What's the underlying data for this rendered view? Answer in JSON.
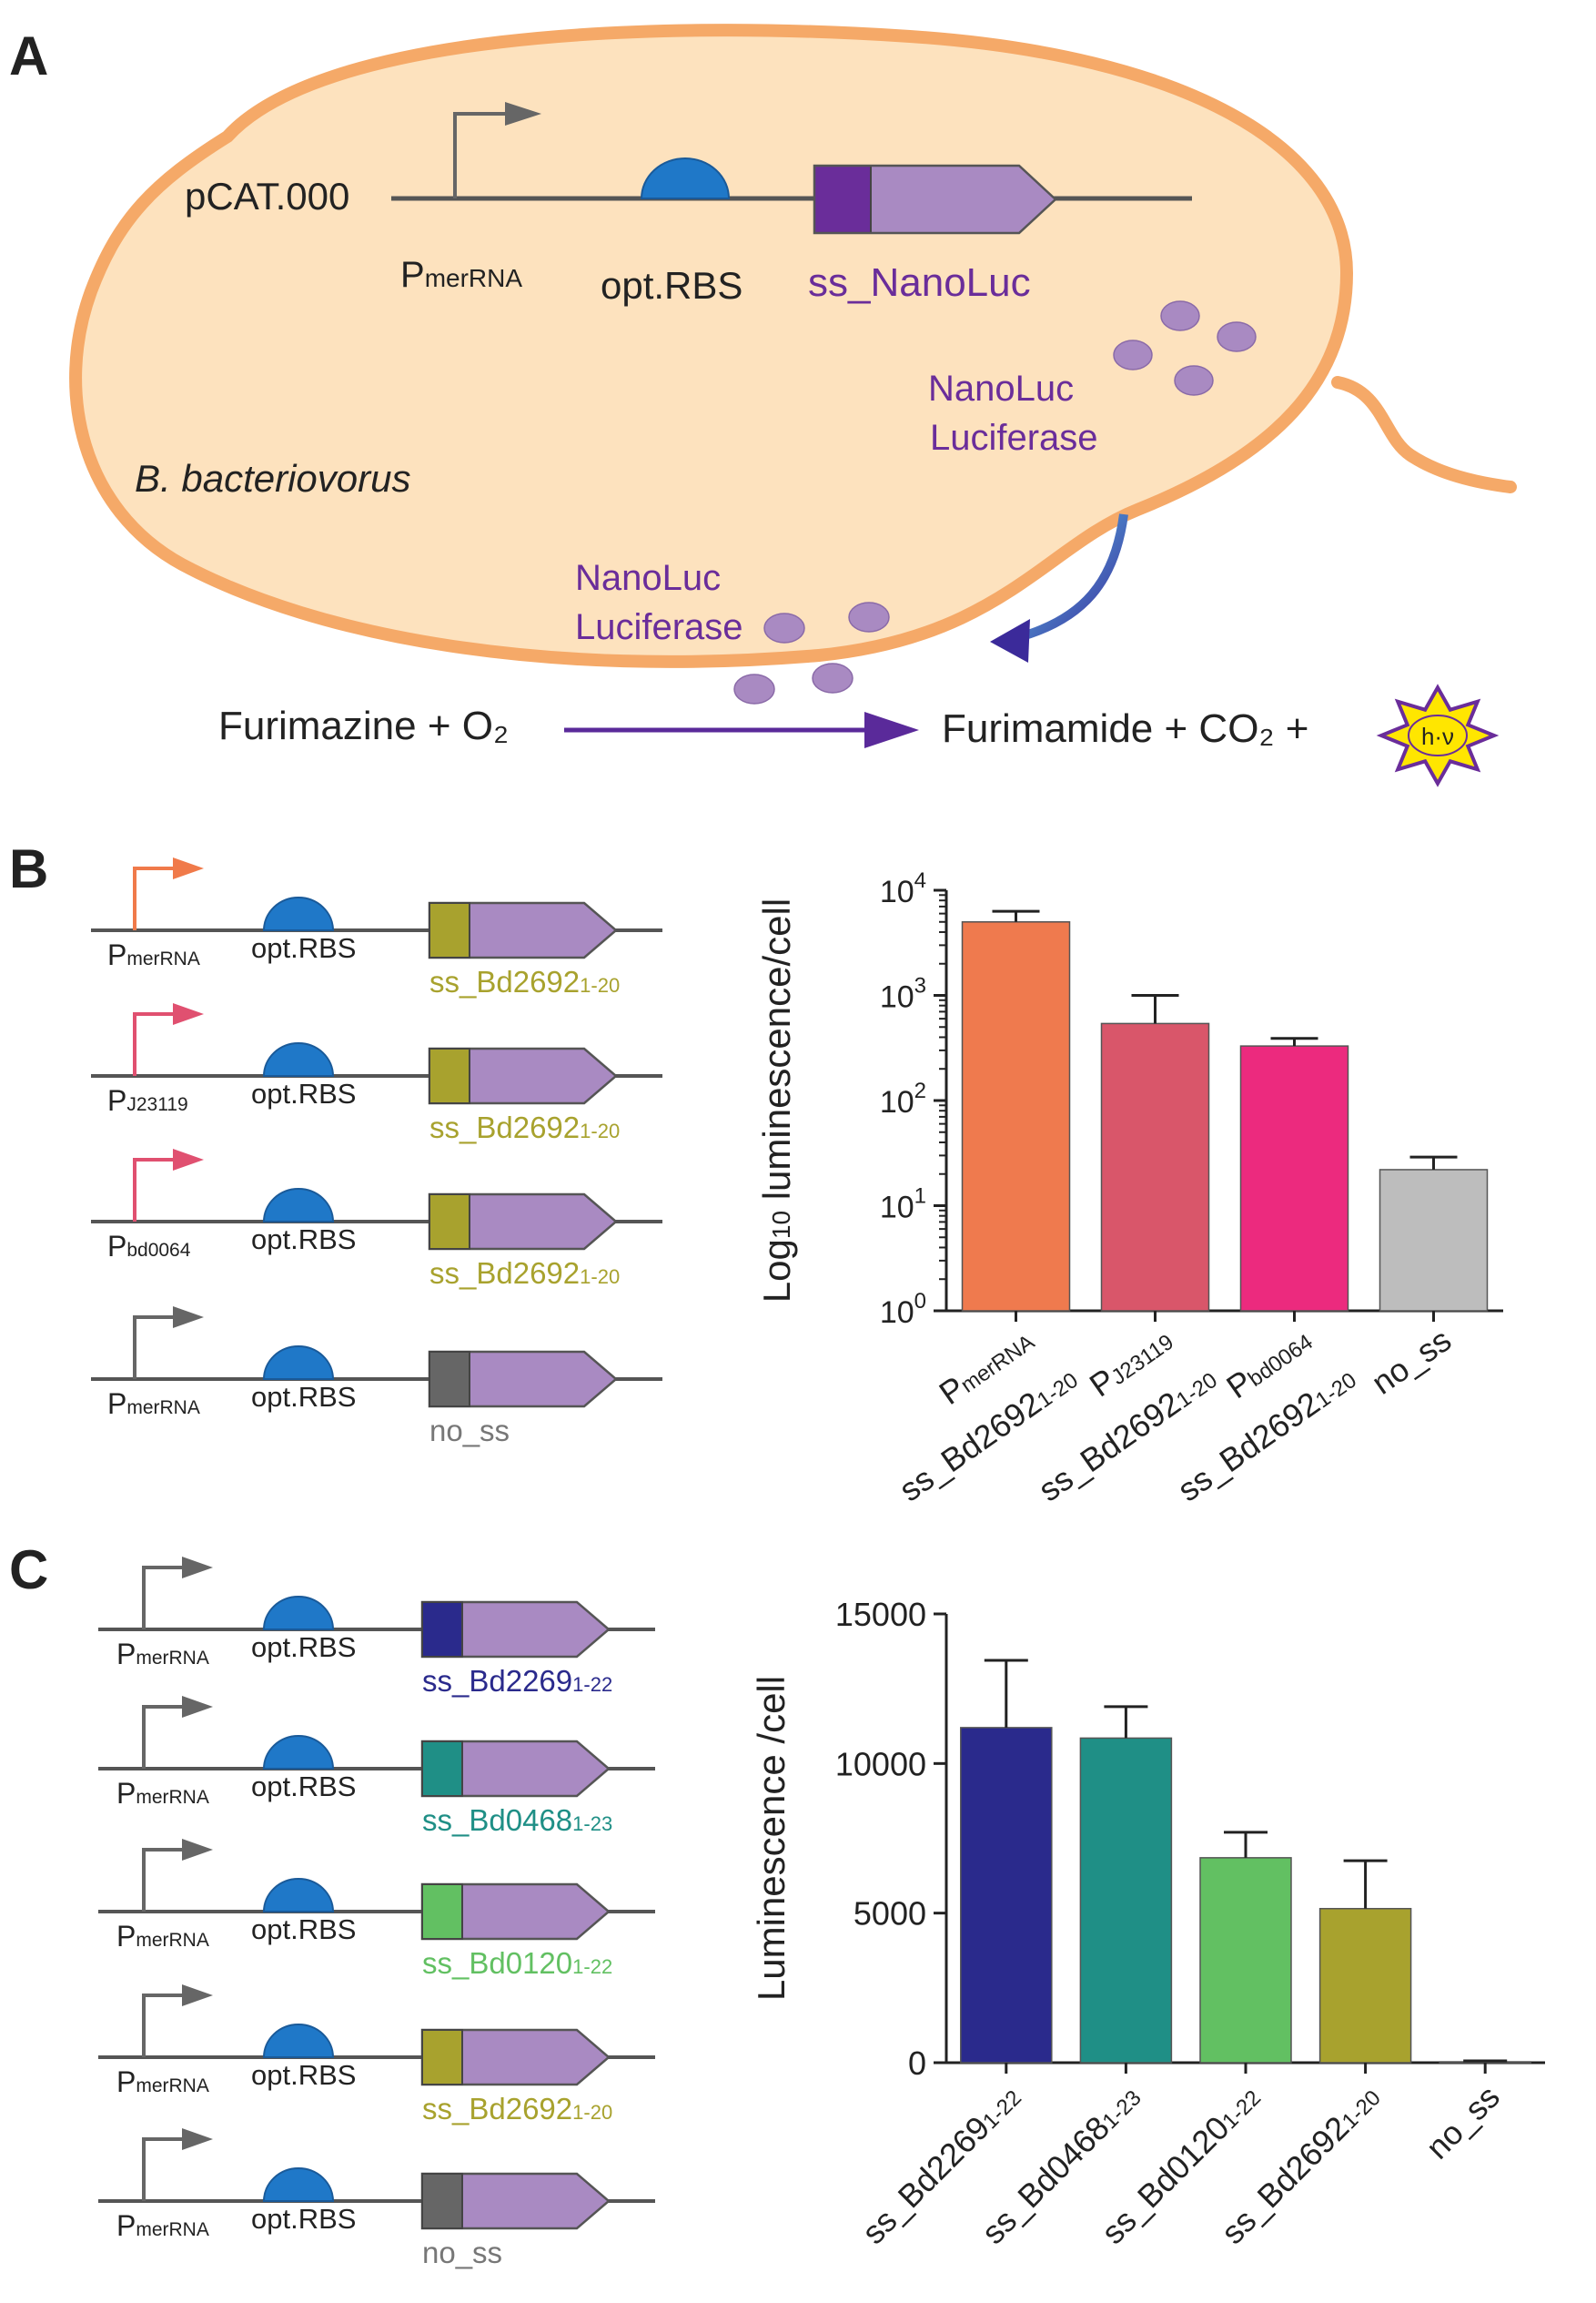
{
  "colors": {
    "cell_fill": "#fde2be",
    "cell_stroke": "#f5a968",
    "rbs": "#1f78c8",
    "purple_text": "#6a2d9a",
    "cds_body": "#a98ac2",
    "ss_nano": "#6a2d9a",
    "ss_2692": "#a8a22e",
    "ss_2269": "#2a2a8c",
    "ss_0468": "#1f8f86",
    "ss_0120": "#62c062",
    "no_ss": "#666666"
  },
  "panel_a": {
    "letter": "A",
    "plasmid": "pCAT.000",
    "promoter": "P",
    "promoter_sub": "merRNA",
    "rbs": "opt.RBS",
    "cds": "ss_NanoLuc",
    "luciferase_l1": "NanoLuc",
    "luciferase_l2": "Luciferase",
    "organism": "B. bacteriovorus",
    "reaction_left": "Furimazine + O₂",
    "reaction_right": "Furimamide + CO₂ +",
    "photon": "h·ν"
  },
  "panel_b": {
    "letter": "B",
    "constructs": [
      {
        "prom": "P",
        "prom_sub": "merRNA",
        "rbs": "opt.RBS",
        "ss": "ss_Bd2692",
        "ss_sub": "1-20",
        "arrow": "#f07a4a",
        "box": "#a8a22e",
        "ss_color": "#a8a22e"
      },
      {
        "prom": "P",
        "prom_sub": "J23119",
        "rbs": "opt.RBS",
        "ss": "ss_Bd2692",
        "ss_sub": "1-20",
        "arrow": "#e05070",
        "box": "#a8a22e",
        "ss_color": "#a8a22e"
      },
      {
        "prom": "P",
        "prom_sub": "bd0064",
        "rbs": "opt.RBS",
        "ss": "ss_Bd2692",
        "ss_sub": "1-20",
        "arrow": "#e05070",
        "box": "#a8a22e",
        "ss_color": "#a8a22e"
      },
      {
        "prom": "P",
        "prom_sub": "merRNA",
        "rbs": "opt.RBS",
        "ss": "no_ss",
        "ss_sub": "",
        "arrow": "#666666",
        "box": "#666666",
        "ss_color": "#777777"
      }
    ]
  },
  "panel_c": {
    "letter": "C",
    "constructs": [
      {
        "prom": "P",
        "prom_sub": "merRNA",
        "rbs": "opt.RBS",
        "ss": "ss_Bd2269",
        "ss_sub": "1-22",
        "box": "#2a2a8c",
        "ss_color": "#2a2a8c"
      },
      {
        "prom": "P",
        "prom_sub": "merRNA",
        "rbs": "opt.RBS",
        "ss": "ss_Bd0468",
        "ss_sub": "1-23",
        "box": "#1f8f86",
        "ss_color": "#1f8f86"
      },
      {
        "prom": "P",
        "prom_sub": "merRNA",
        "rbs": "opt.RBS",
        "ss": "ss_Bd0120",
        "ss_sub": "1-22",
        "box": "#62c062",
        "ss_color": "#62c062"
      },
      {
        "prom": "P",
        "prom_sub": "merRNA",
        "rbs": "opt.RBS",
        "ss": "ss_Bd2692",
        "ss_sub": "1-20",
        "box": "#a8a22e",
        "ss_color": "#a8a22e"
      },
      {
        "prom": "P",
        "prom_sub": "merRNA",
        "rbs": "opt.RBS",
        "ss": "no_ss",
        "ss_sub": "",
        "box": "#666666",
        "ss_color": "#777777"
      }
    ]
  },
  "chart_data": [
    {
      "type": "bar",
      "ylabel": "Log",
      "ylabel_sub": "10",
      "ylabel_rest": " luminescence/cell",
      "yscale": "log",
      "ylim": [
        1,
        10000
      ],
      "yticks": [
        {
          "base": "10",
          "exp": "0"
        },
        {
          "base": "10",
          "exp": "1"
        },
        {
          "base": "10",
          "exp": "2"
        },
        {
          "base": "10",
          "exp": "3"
        },
        {
          "base": "10",
          "exp": "4"
        }
      ],
      "categories": [
        {
          "l1": "P",
          "l1_sub": "merRNA",
          "l2": "ss_Bd2692",
          "l2_sub": "1-20"
        },
        {
          "l1": "P",
          "l1_sub": "J23119",
          "l2": "ss_Bd2692",
          "l2_sub": "1-20"
        },
        {
          "l1": "P",
          "l1_sub": "bd0064",
          "l2": "ss_Bd2692",
          "l2_sub": "1-20"
        },
        {
          "l1": "no_ss",
          "l1_sub": "",
          "l2": "",
          "l2_sub": ""
        }
      ],
      "values": [
        5000,
        540,
        330,
        22
      ],
      "errors": [
        6300,
        1000,
        390,
        29
      ],
      "colors": [
        "#ef7a4e",
        "#d9566a",
        "#ec2a7e",
        "#bdbdbd"
      ]
    },
    {
      "type": "bar",
      "ylabel": "Luminescence /cell",
      "yscale": "linear",
      "ylim": [
        0,
        15000
      ],
      "yticks": [
        "0",
        "5000",
        "10000",
        "15000"
      ],
      "categories": [
        {
          "l1": "ss_Bd2269",
          "l1_sub": "1-22"
        },
        {
          "l1": "ss_Bd0468",
          "l1_sub": "1-23"
        },
        {
          "l1": "ss_Bd0120",
          "l1_sub": "1-22"
        },
        {
          "l1": "ss_Bd2692",
          "l1_sub": "1-20"
        },
        {
          "l1": "no_ss",
          "l1_sub": ""
        }
      ],
      "values": [
        11200,
        10850,
        6850,
        5150,
        30
      ],
      "errors": [
        13450,
        11900,
        7700,
        6750,
        60
      ],
      "colors": [
        "#2a2a8c",
        "#1f8f86",
        "#62c062",
        "#a8a22e",
        "#bdbdbd"
      ]
    }
  ]
}
